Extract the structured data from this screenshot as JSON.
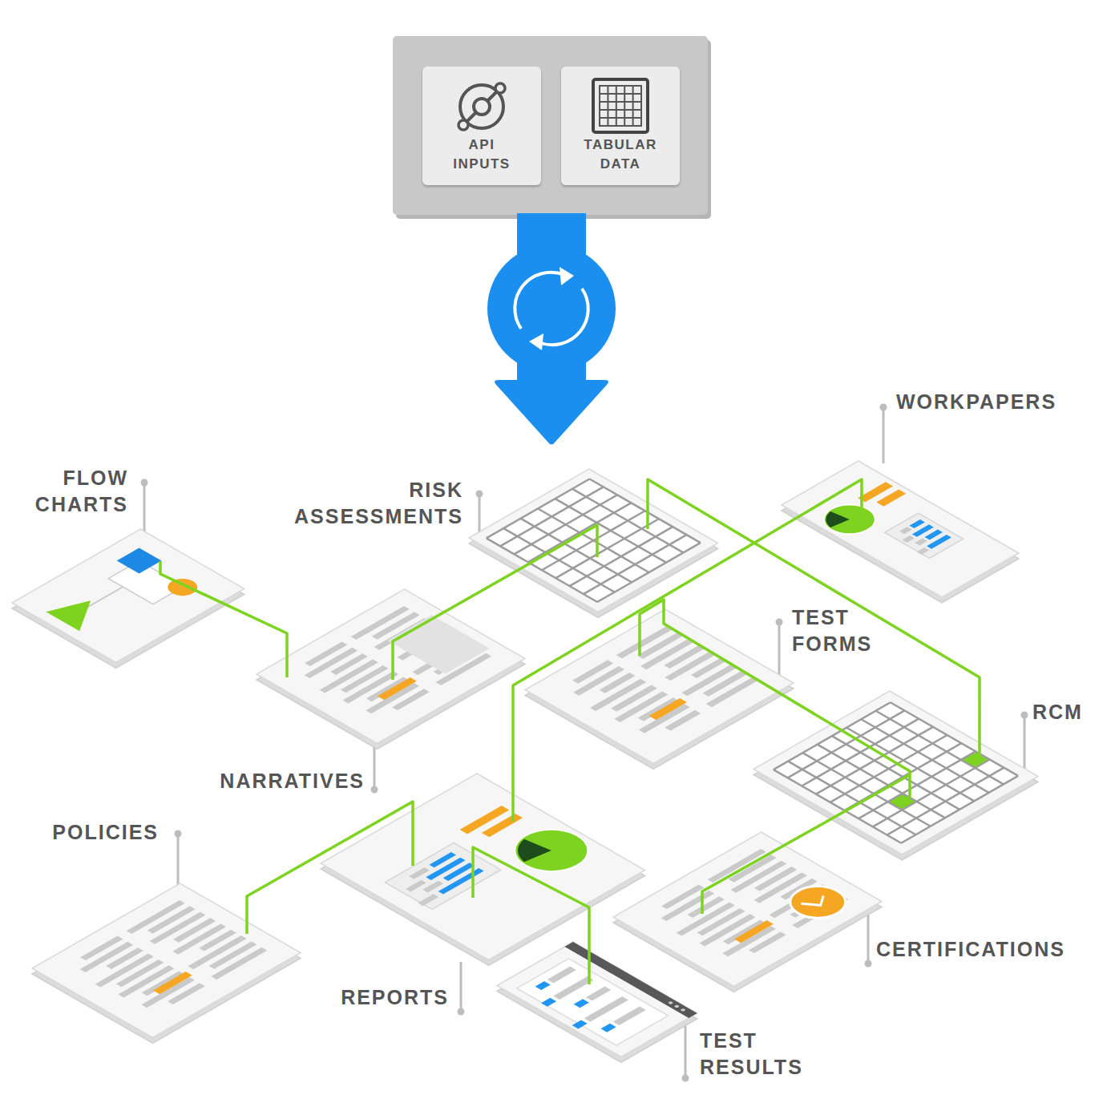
{
  "diagram": {
    "nodes": [
      {
        "text": [
          "API INPUTS"
        ]
      },
      {
        "text": [
          "TABULAR DATA"
        ]
      },
      {
        "text": [
          "FLOW CHARTS"
        ]
      },
      {
        "text": [
          "RISK ASSESSMENTS"
        ]
      },
      {
        "text": [
          "WORKPAPERS"
        ]
      },
      {
        "text": [
          "NARRATIVES"
        ]
      },
      {
        "text": [
          "TEST FORMS"
        ]
      },
      {
        "text": [
          "RCM"
        ]
      },
      {
        "text": [
          "POLICIES"
        ]
      },
      {
        "text": [
          "REPORTS"
        ]
      },
      {
        "text": [
          "CERTIFICATIONS"
        ]
      },
      {
        "text": [
          "TEST RESULTS"
        ]
      }
    ],
    "edges": [
      {
        "from": 2,
        "to": 5,
        "arrow": "none"
      },
      {
        "from": 5,
        "to": 3,
        "arrow": "none"
      },
      {
        "from": 3,
        "to": 7,
        "arrow": "none"
      },
      {
        "from": 4,
        "to": 9,
        "arrow": "none"
      },
      {
        "from": 6,
        "to": 7,
        "arrow": "none"
      },
      {
        "from": 7,
        "to": 10,
        "arrow": "none"
      },
      {
        "from": 8,
        "to": 9,
        "arrow": "none"
      },
      {
        "from": 9,
        "to": 11,
        "arrow": "none"
      }
    ]
  }
}
